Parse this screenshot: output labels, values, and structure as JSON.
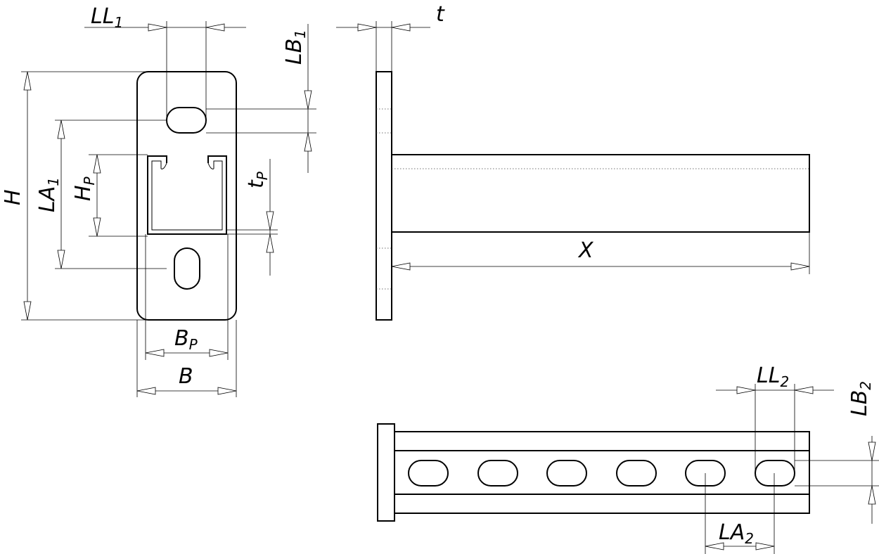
{
  "labels": {
    "ll1": {
      "main": "LL",
      "sub": "1"
    },
    "t": {
      "main": "t",
      "sub": ""
    },
    "lb1": {
      "main": "LB",
      "sub": "1"
    },
    "h": {
      "main": "H",
      "sub": ""
    },
    "la1": {
      "main": "LA",
      "sub": "1"
    },
    "hp": {
      "main": "H",
      "sub": "P"
    },
    "tp": {
      "main": "t",
      "sub": "P"
    },
    "bp": {
      "main": "B",
      "sub": "P"
    },
    "b": {
      "main": "B",
      "sub": ""
    },
    "x": {
      "main": "X",
      "sub": ""
    },
    "ll2": {
      "main": "LL",
      "sub": "2"
    },
    "lb2": {
      "main": "LB",
      "sub": "2"
    },
    "la2": {
      "main": "LA",
      "sub": "2"
    }
  }
}
